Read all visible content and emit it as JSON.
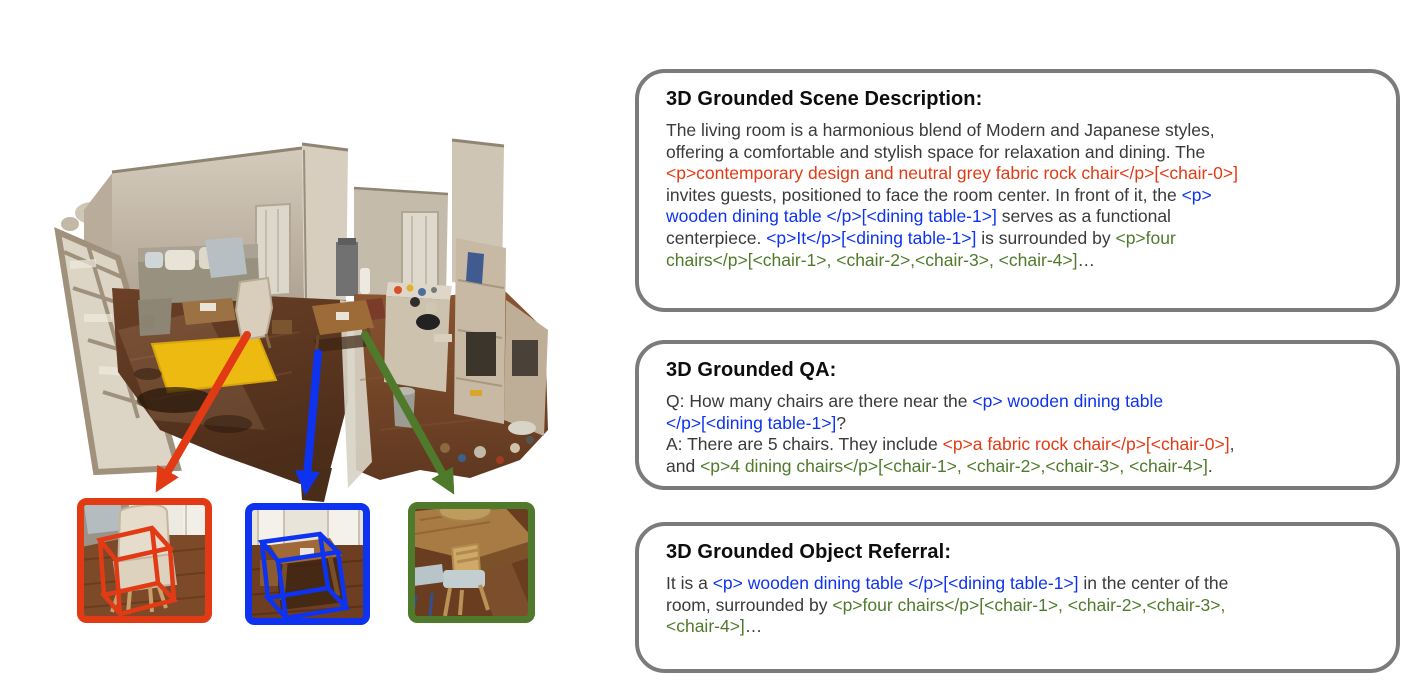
{
  "colors": {
    "text": "#3a3a3a",
    "red": "#e23a14",
    "blue": "#0d33f0",
    "green": "#4f7a2b",
    "box_border": "#7b7b7b"
  },
  "scene": {
    "alt": "3D mesh scan of a living room and kitchen viewed from above",
    "rug_color": "#ecba10",
    "crops": [
      {
        "id": "chair-0",
        "border": "red",
        "alt": "grey fabric rock chair with red 3D bounding box"
      },
      {
        "id": "dining table-1",
        "border": "blue",
        "alt": "wooden dining table with blue 3D bounding box"
      },
      {
        "id": "chair-1 to chair-4",
        "border": "green",
        "alt": "dining chairs under wooden table"
      }
    ],
    "arrows": [
      {
        "color": "red"
      },
      {
        "color": "blue"
      },
      {
        "color": "green"
      }
    ]
  },
  "boxes": [
    {
      "title": "3D Grounded Scene Description:",
      "segments": [
        {
          "color": "text",
          "text": "The living room is a harmonious blend of Modern and Japanese styles,\noffering a comfortable and stylish space for relaxation and dining. The\n"
        },
        {
          "color": "red",
          "text": "<p>contemporary design and neutral grey fabric rock chair</p>[<chair-0>]"
        },
        {
          "color": "text",
          "text": "\ninvites guests, positioned to face the room center. In front of it, the "
        },
        {
          "color": "blue",
          "text": "<p>\nwooden dining table </p>[<dining table-1>]"
        },
        {
          "color": "text",
          "text": " serves as a functional\ncenterpiece. "
        },
        {
          "color": "blue",
          "text": "<p>It</p>[<dining table-1>]"
        },
        {
          "color": "text",
          "text": " is surrounded by "
        },
        {
          "color": "green",
          "text": "<p>four\nchairs</p>[<chair-1>, <chair-2>,<chair-3>, <chair-4>]"
        },
        {
          "color": "text",
          "text": "…"
        }
      ]
    },
    {
      "title": "3D Grounded QA:",
      "segments": [
        {
          "color": "text",
          "text": "Q: How many chairs are there near the "
        },
        {
          "color": "blue",
          "text": "<p> wooden dining table\n</p>[<dining table-1>]"
        },
        {
          "color": "text",
          "text": "?\nA: There are 5 chairs. They include "
        },
        {
          "color": "red",
          "text": "<p>a fabric rock chair</p>[<chair-0>]"
        },
        {
          "color": "text",
          "text": ",\nand "
        },
        {
          "color": "green",
          "text": "<p>4 dining chairs</p>[<chair-1>, <chair-2>,<chair-3>, <chair-4>]"
        },
        {
          "color": "text",
          "text": "."
        }
      ]
    },
    {
      "title": "3D Grounded Object Referral:",
      "segments": [
        {
          "color": "text",
          "text": "It is a "
        },
        {
          "color": "blue",
          "text": "<p> wooden dining table </p>[<dining table-1>]"
        },
        {
          "color": "text",
          "text": " in the center of the\nroom, surrounded by "
        },
        {
          "color": "green",
          "text": "<p>four chairs</p>[<chair-1>, <chair-2>,<chair-3>,\n<chair-4>]"
        },
        {
          "color": "text",
          "text": "…"
        }
      ]
    }
  ]
}
